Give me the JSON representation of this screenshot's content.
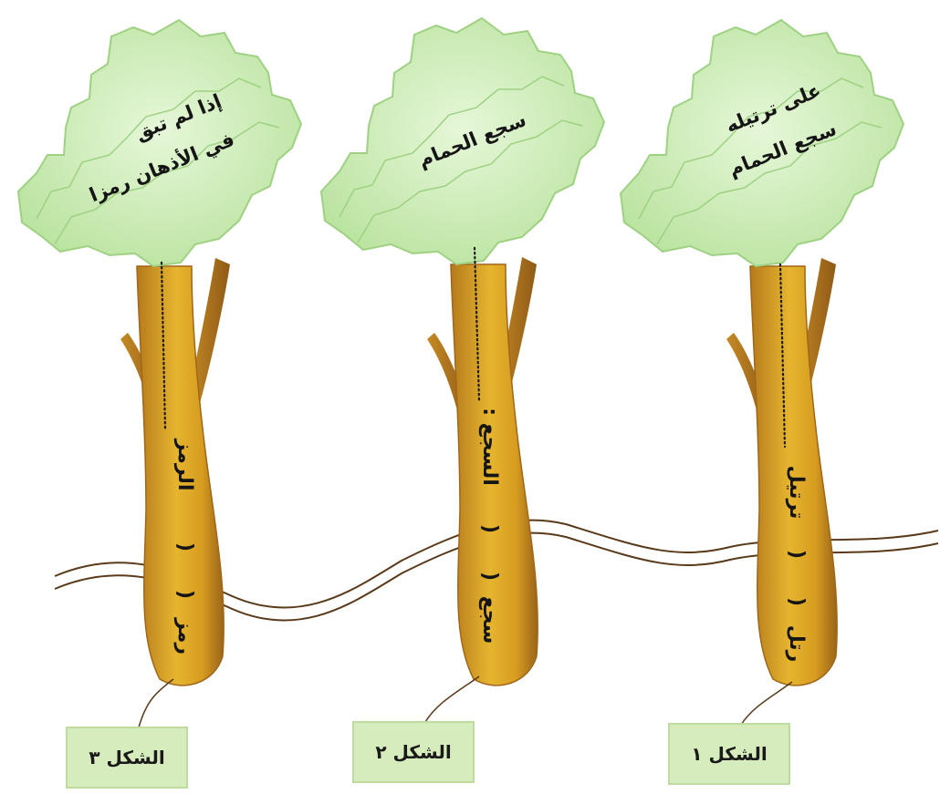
{
  "trees": [
    {
      "id": "tree-3",
      "label": "الشكل ٣",
      "crown_lines": [
        "إذا لم تبق",
        "في الأذهان رمزا"
      ],
      "root": "رمز",
      "derived": "الرمز",
      "open_paren": ")",
      "close_paren": ")"
    },
    {
      "id": "tree-2",
      "label": "الشكل ٢",
      "crown_lines": [
        "سجع الحمام"
      ],
      "root": "سجع",
      "derived": "السجع :",
      "open_paren": ")",
      "close_paren": ")"
    },
    {
      "id": "tree-1",
      "label": "الشكل ١",
      "crown_lines": [
        "على ترتيله",
        "سجع الحمام"
      ],
      "root": "رتل",
      "derived": "ترتيل",
      "open_paren": ")",
      "close_paren": ")"
    }
  ],
  "colors": {
    "crown_fill": "#c9ebb6",
    "crown_stroke": "#a6d68a",
    "trunk_light": "#e8b42a",
    "trunk_dark": "#a8701b",
    "ground_line": "#5a3a1a",
    "label_fill": "#d7ecbd"
  }
}
